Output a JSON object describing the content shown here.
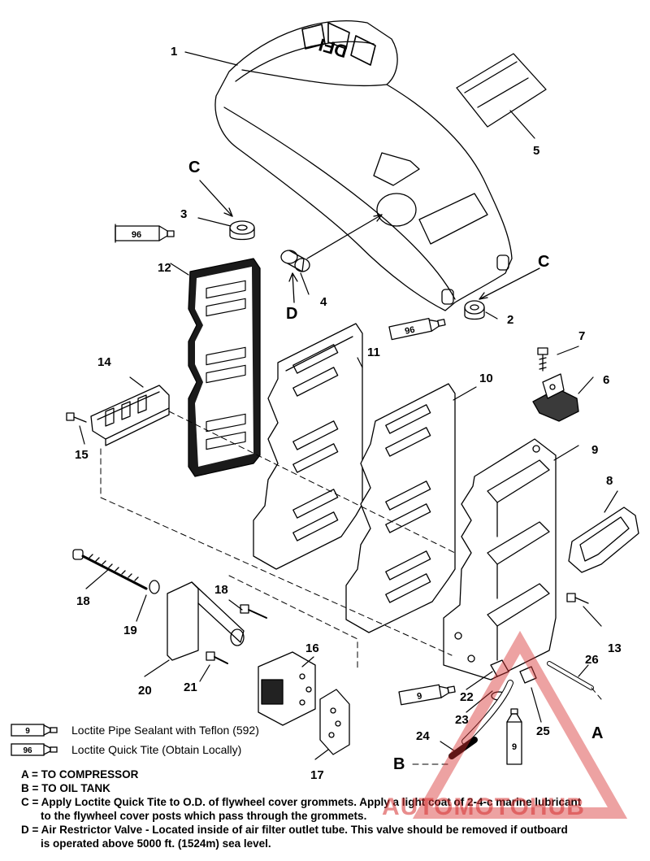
{
  "callouts": {
    "c1": "1",
    "c2": "2",
    "c3": "3",
    "c4": "4",
    "c5": "5",
    "c6": "6",
    "c7": "7",
    "c8": "8",
    "c9": "9",
    "c10": "10",
    "c11": "11",
    "c12": "12",
    "c13": "13",
    "c14": "14",
    "c15": "15",
    "c16": "16",
    "c17": "17",
    "c18a": "18",
    "c18b": "18",
    "c19": "19",
    "c20": "20",
    "c21": "21",
    "c22": "22",
    "c23": "23",
    "c24": "24",
    "c25": "25",
    "c26": "26"
  },
  "letters": {
    "c_top": "C",
    "c_right": "C",
    "d": "D",
    "a": "A",
    "b": "B"
  },
  "tube_labels": {
    "left": "96",
    "right": "96",
    "bottom": "9",
    "vertical": "9"
  },
  "cover_logo": "DFI",
  "legend": [
    {
      "symbol": "9",
      "text": "Loctite Pipe Sealant with Teflon (592)"
    },
    {
      "symbol": "96",
      "text": "Loctite Quick Tite (Obtain Locally)"
    }
  ],
  "notes": {
    "a": "A = TO COMPRESSOR",
    "b": "B = TO OIL TANK",
    "c1": "C = Apply Loctite Quick Tite to O.D. of flywheel cover grommets. Apply a light coat of 2-4-c marine lubricant",
    "c2": "to the flywheel cover posts which pass through the grommets.",
    "d1": "D = Air Restrictor Valve - Located inside of air filter outlet tube. This valve should be removed if outboard",
    "d2": "is operated above 5000 ft. (1524m) sea level."
  },
  "watermark": "AUTOMOTOHUB",
  "colors": {
    "line": "#000000",
    "watermark": "#d63030"
  }
}
